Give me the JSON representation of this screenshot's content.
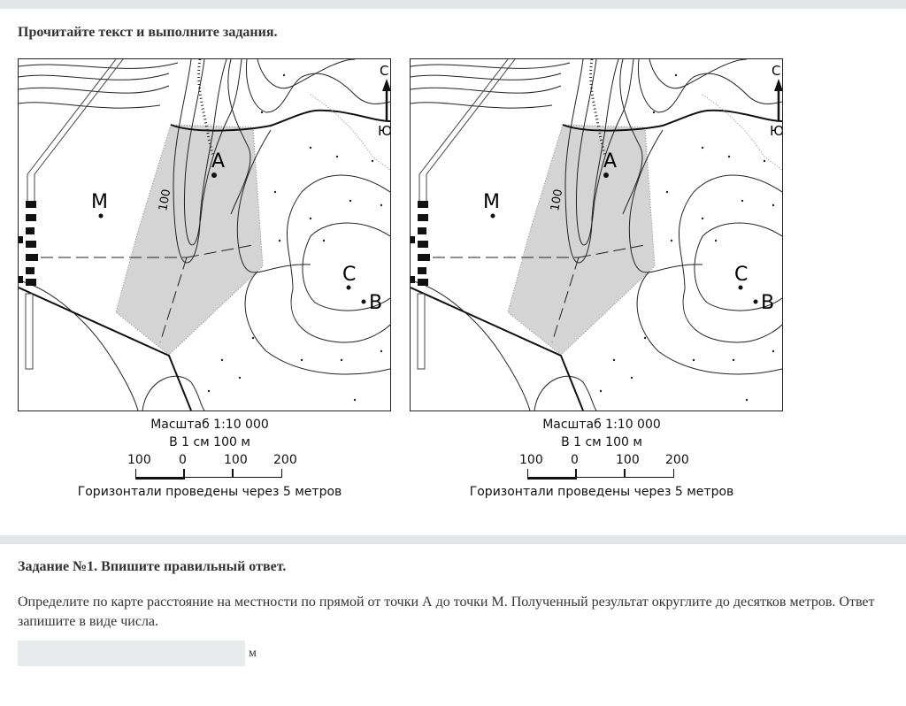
{
  "header": {
    "title": "Прочитайте текст и выполните задания."
  },
  "map": {
    "points": {
      "A": "А",
      "M": "М",
      "C": "С",
      "B": "В"
    },
    "north": "С",
    "south": "Ю",
    "contour_label": "100",
    "scale_title": "Масштаб 1:10 000",
    "scale_text": "В 1 см 100 м",
    "scale_ticks": [
      "100",
      "0",
      "100",
      "200"
    ],
    "contour_note": "Горизонтали проведены через 5 метров"
  },
  "task": {
    "title": "Задание №1. Впишите правильный ответ.",
    "text": "Определите по карте расстояние на местности по прямой от точки А до точки М.   Полученный результат округлите до десятков метров. Ответ запишите в виде числа.",
    "answer_value": "",
    "unit": "м"
  }
}
